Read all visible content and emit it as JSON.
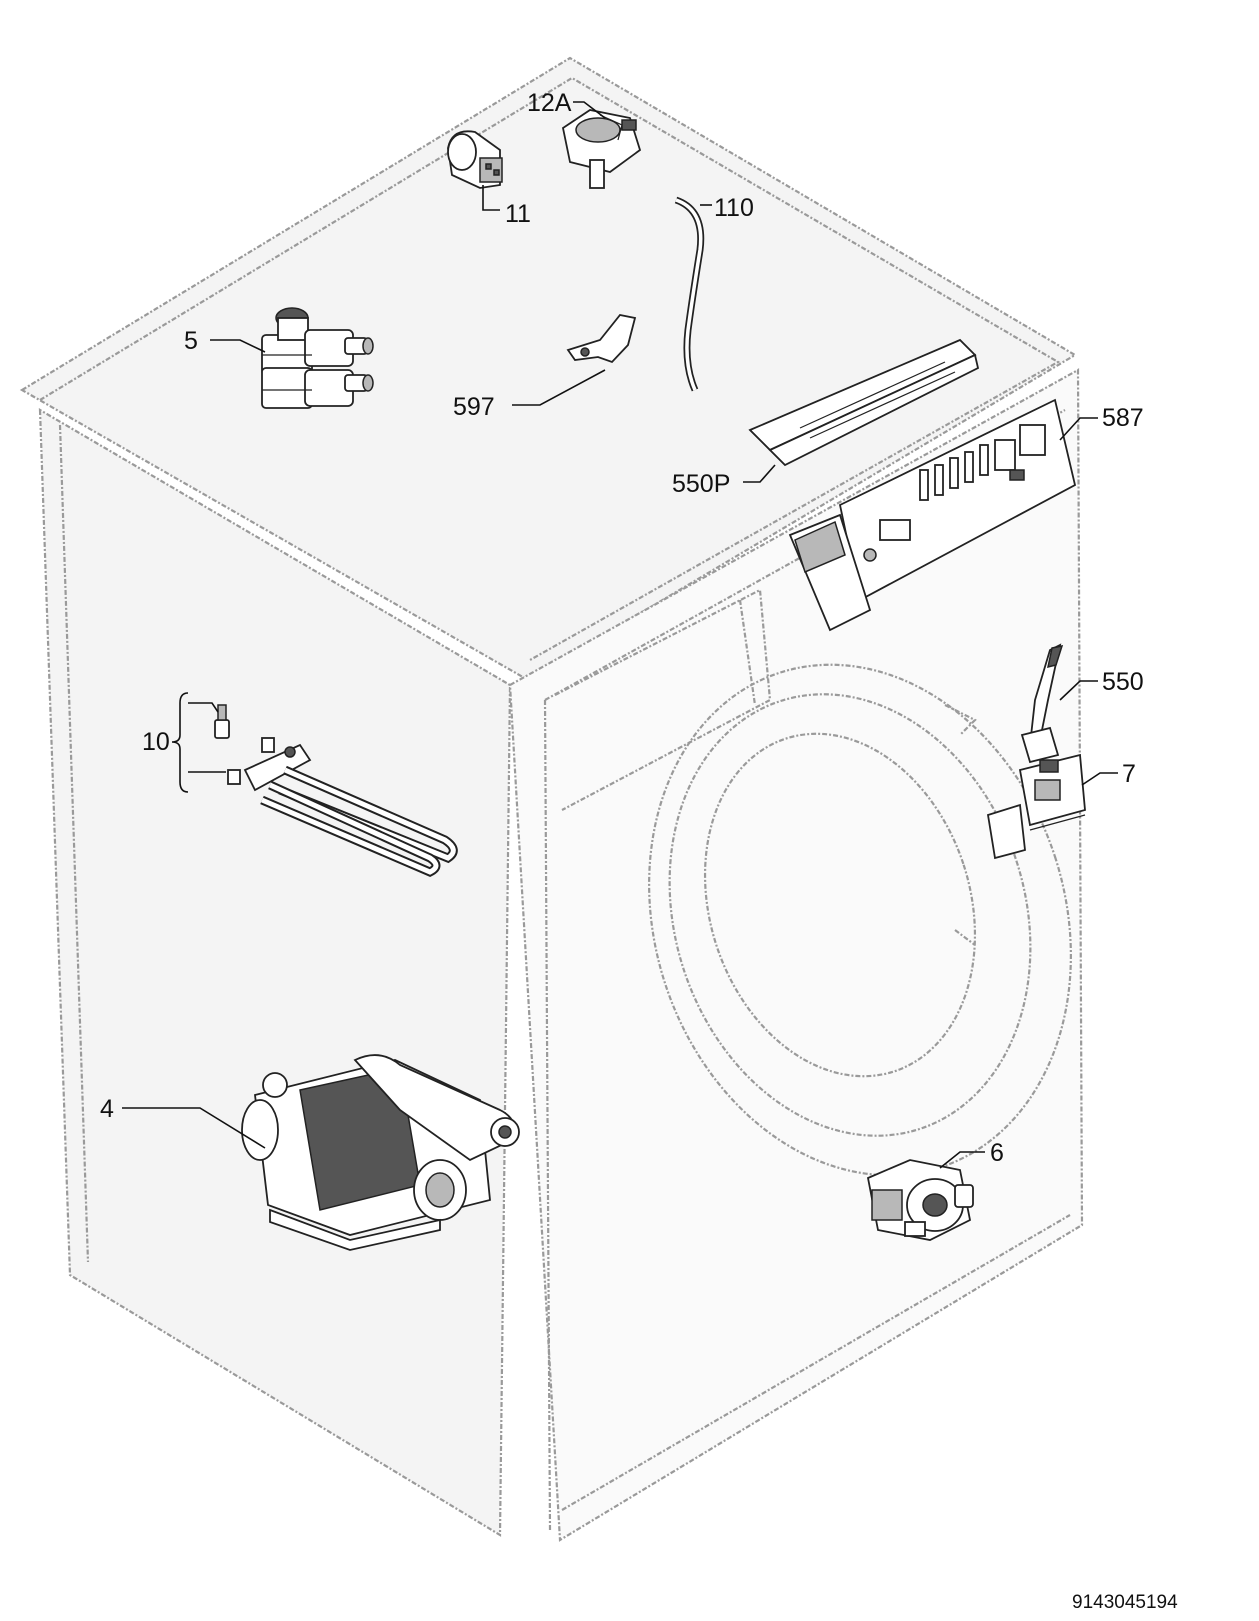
{
  "labels": {
    "p12a": "12A",
    "p11": "11",
    "p110": "110",
    "p5": "5",
    "p597": "597",
    "p587": "587",
    "p550p": "550P",
    "p550": "550",
    "p10": "10",
    "p7": "7",
    "p4": "4",
    "p6": "6"
  },
  "doc_number": "9143045194"
}
